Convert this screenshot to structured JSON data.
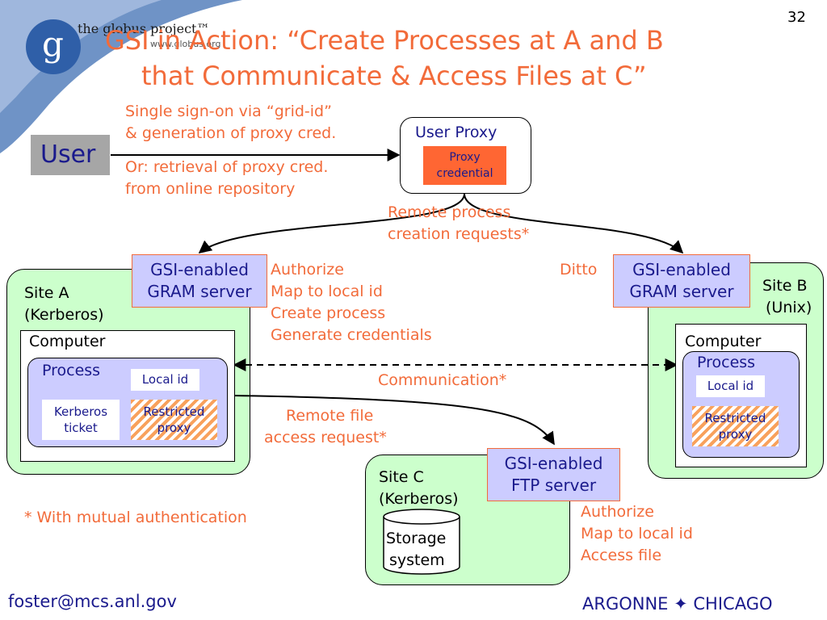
{
  "page_number": "32",
  "logo": {
    "text": "the globus project™",
    "url": "www.globus.org",
    "glyph": "g"
  },
  "title": {
    "line1": "GSI in Action: “Create Processes at A and B",
    "line2": "that Communicate & Access Files at C”"
  },
  "user": {
    "label": "User"
  },
  "signon": {
    "line1": "Single sign-on via “grid-id”",
    "line2": "& generation of proxy cred."
  },
  "retrieval": {
    "line1": "Or: retrieval of proxy cred.",
    "line2": "from online repository"
  },
  "user_proxy": {
    "label": "User Proxy",
    "cred_line1": "Proxy",
    "cred_line2": "credential"
  },
  "remote_process": {
    "line1": "Remote process",
    "line2": "creation requests*"
  },
  "gram_a": {
    "line1": "GSI-enabled",
    "line2": "GRAM server"
  },
  "gram_b": {
    "line1": "GSI-enabled",
    "line2": "GRAM server"
  },
  "authorize_a": {
    "line1": "Authorize",
    "line2": "Map to local id",
    "line3": "Create process",
    "line4": "Generate credentials"
  },
  "ditto": "Ditto",
  "site_a": {
    "line1": "Site A",
    "line2": "(Kerberos)",
    "computer": "Computer",
    "process": "Process",
    "local_id": "Local id",
    "kerberos_line1": "Kerberos",
    "kerberos_line2": "ticket",
    "restricted_line1": "Restricted",
    "restricted_line2": "proxy"
  },
  "site_b": {
    "line1": "Site B",
    "line2": "(Unix)",
    "computer": "Computer",
    "process": "Process",
    "local_id": "Local id",
    "restricted_line1": "Restricted",
    "restricted_line2": "proxy"
  },
  "communication": "Communication*",
  "remote_file": {
    "line1": "Remote file",
    "line2": "access request*"
  },
  "site_c": {
    "line1": "Site C",
    "line2": "(Kerberos)",
    "storage_line1": "Storage",
    "storage_line2": "system"
  },
  "ftp": {
    "line1": "GSI-enabled",
    "line2": "FTP server"
  },
  "authorize_c": {
    "line1": "Authorize",
    "line2": "Map to local id",
    "line3": "Access file"
  },
  "footnote": "* With mutual authentication",
  "footer": {
    "email": "foster@mcs.anl.gov",
    "org": "ARGONNE ✦ CHICAGO"
  },
  "colors": {
    "accent": "#f26b3a",
    "navy": "#1a1a8c",
    "site_fill": "#ccffcc",
    "process_fill": "#ccccff",
    "proxy_fill": "#ff6633",
    "user_fill": "#a6a6a6"
  }
}
